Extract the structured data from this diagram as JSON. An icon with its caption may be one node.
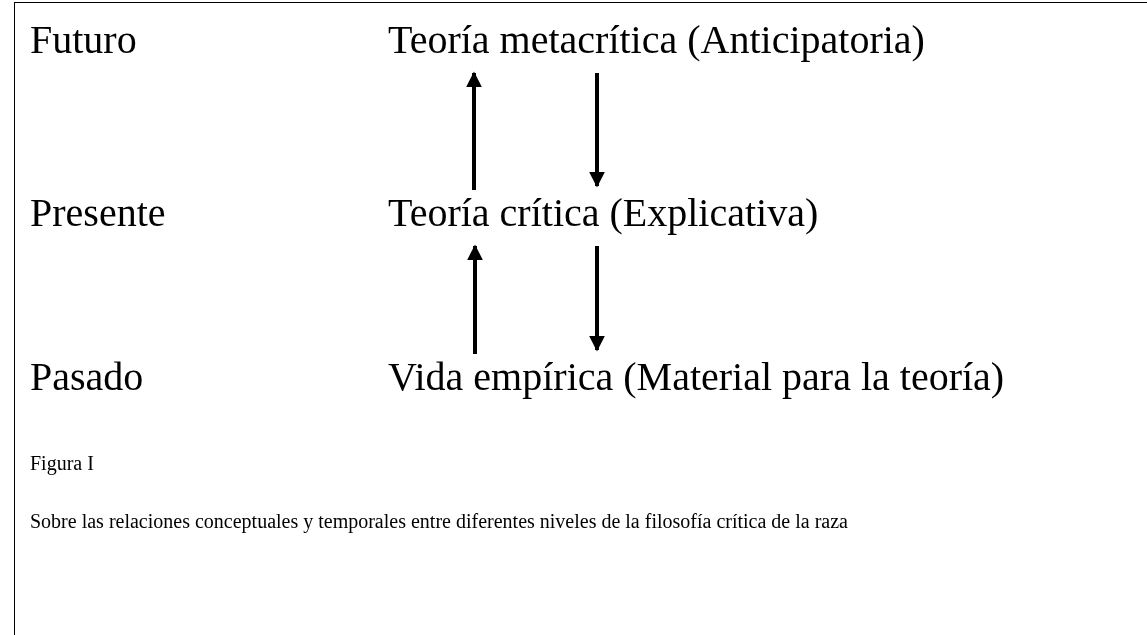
{
  "diagram": {
    "caption": "Sobre las relaciones conceptuales y temporales entre diferentes niveles de la filosofía crítica de la raza",
    "nodes": [
      {
        "text": [
          "Teoría metacrítica (Anticipatoria)"
        ]
      },
      {
        "text": [
          "Teoría crítica (Explicativa)"
        ]
      },
      {
        "text": [
          "Vida empírica (Material para la teoría)"
        ]
      }
    ],
    "edges": [
      {
        "from": 1,
        "to": 0,
        "arrow": "to"
      },
      {
        "from": 0,
        "to": 1,
        "arrow": "to"
      },
      {
        "from": 2,
        "to": 1,
        "arrow": "to"
      },
      {
        "from": 1,
        "to": 2,
        "arrow": "to"
      }
    ],
    "labels": [
      "Futuro",
      "Presente",
      "Pasado",
      "Figura I"
    ]
  }
}
